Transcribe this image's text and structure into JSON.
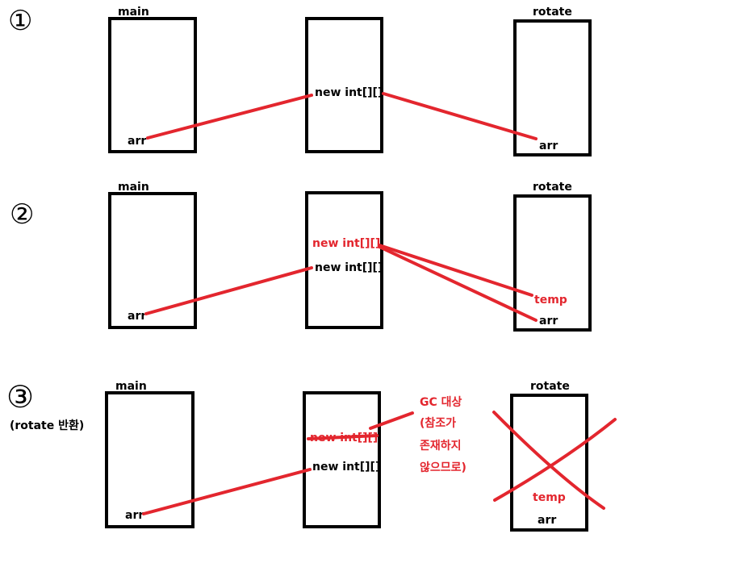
{
  "colors": {
    "ink": "#000000",
    "accent": "#e3262e"
  },
  "stages": [
    {
      "marker": "①",
      "frame_labels": {
        "main": "main",
        "rotate": "rotate"
      },
      "main_var": "arr",
      "heap_objects": [
        "new int[][]"
      ],
      "rotate_vars": [
        "arr"
      ]
    },
    {
      "marker": "②",
      "frame_labels": {
        "main": "main",
        "rotate": "rotate"
      },
      "main_var": "arr",
      "heap_objects": [
        "new int[][]",
        "new int[][]"
      ],
      "rotate_vars": [
        "temp",
        "arr"
      ]
    },
    {
      "marker": "③",
      "note": "(rotate 반환)",
      "frame_labels": {
        "main": "main",
        "rotate": "rotate"
      },
      "main_var": "arr",
      "heap_objects": [
        "new int[][]",
        "new int[][]"
      ],
      "rotate_vars": [
        "temp",
        "arr"
      ],
      "gc_note": [
        "GC 대상",
        "(참조가",
        "존재하지",
        "않으므로)"
      ]
    }
  ]
}
